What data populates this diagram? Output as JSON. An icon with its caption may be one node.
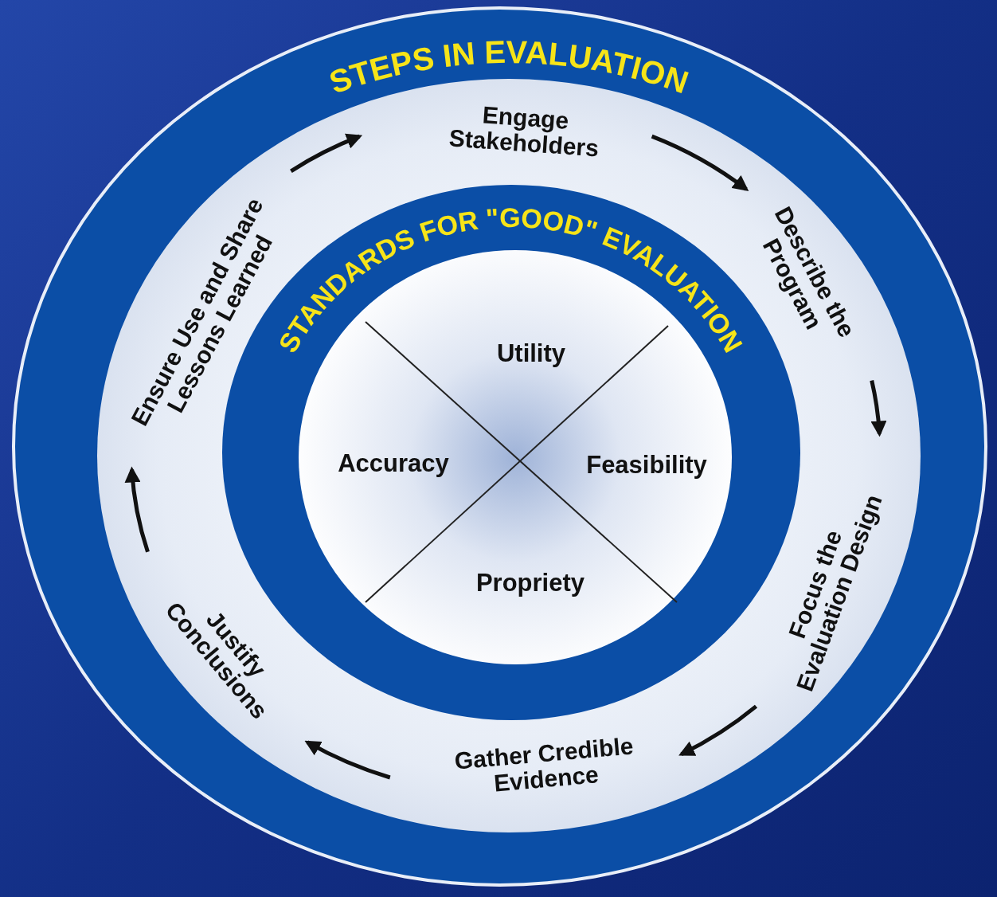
{
  "diagram": {
    "nodes": [
      {
        "text": [
          "STEPS IN EVALUATION"
        ]
      },
      {
        "text": [
          "Engage Stakeholders"
        ],
        "in": 0
      },
      {
        "text": [
          "Describe the Program"
        ],
        "in": 0
      },
      {
        "text": [
          "Focus the Evaluation Design"
        ],
        "in": 0
      },
      {
        "text": [
          "Gather Credible Evidence"
        ],
        "in": 0
      },
      {
        "text": [
          "Justify Conclusions"
        ],
        "in": 0
      },
      {
        "text": [
          "Ensure Use and Share Lessons Learned"
        ],
        "in": 0
      },
      {
        "text": [
          "STANDARDS FOR \"GOOD\" EVALUATION"
        ],
        "in": 0
      },
      {
        "text": [
          "Utility"
        ],
        "in": 7
      },
      {
        "text": [
          "Accuracy"
        ],
        "in": 7
      },
      {
        "text": [
          "Feasibility"
        ],
        "in": 7
      },
      {
        "text": [
          "Propriety"
        ],
        "in": 7
      }
    ],
    "edges": [
      {
        "from": 1,
        "to": 2,
        "arrow": "to"
      },
      {
        "from": 2,
        "to": 3,
        "arrow": "to"
      },
      {
        "from": 3,
        "to": 4,
        "arrow": "to"
      },
      {
        "from": 4,
        "to": 5,
        "arrow": "to"
      },
      {
        "from": 5,
        "to": 6,
        "arrow": "to"
      },
      {
        "from": 6,
        "to": 1,
        "arrow": "to"
      }
    ]
  }
}
